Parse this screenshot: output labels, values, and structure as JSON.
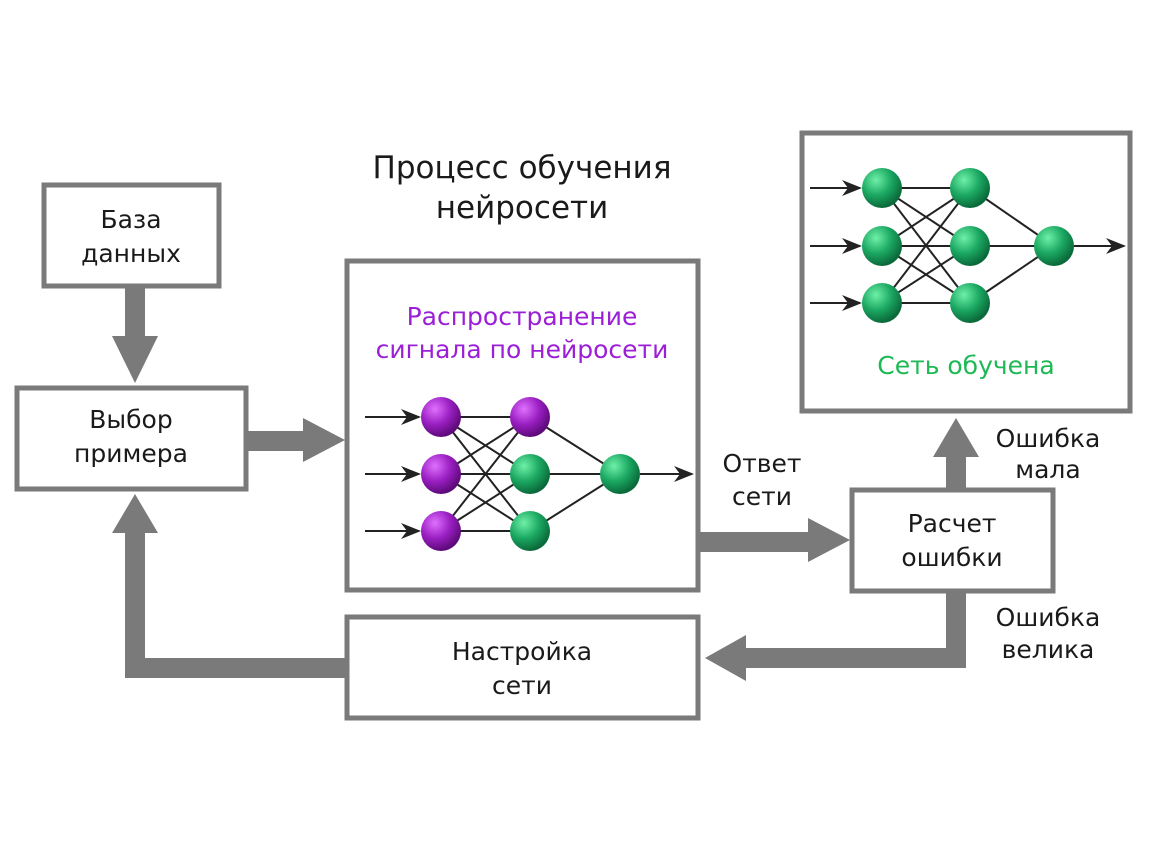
{
  "title": {
    "line1": "Процесс обучения",
    "line2": "нейросети"
  },
  "boxes": {
    "database": {
      "line1": "База",
      "line2": "данных"
    },
    "select_example": {
      "line1": "Выбор",
      "line2": "примера"
    },
    "propagation": {
      "line1": "Распространение",
      "line2": "сигнала по нейросети"
    },
    "error_calc": {
      "line1": "Расчет",
      "line2": "ошибки"
    },
    "tune_network": {
      "line1": "Настройка",
      "line2": "сети"
    },
    "trained": {
      "label": "Сеть обучена"
    }
  },
  "edge_labels": {
    "network_response": {
      "line1": "Ответ",
      "line2": "сети"
    },
    "error_small": {
      "line1": "Ошибка",
      "line2": "мала"
    },
    "error_large": {
      "line1": "Ошибка",
      "line2": "велика"
    }
  },
  "colors": {
    "purple": "#9b1fd6",
    "green": "#1db954",
    "purple_node": "#8a1aa8",
    "green_node": "#1a9e5c",
    "border": "#7a7a7a"
  },
  "networks": {
    "propagation": {
      "layer1": [
        "purple",
        "purple",
        "purple"
      ],
      "layer2": [
        "purple",
        "green",
        "green"
      ],
      "output": [
        "green"
      ]
    },
    "trained": {
      "layer1": [
        "green",
        "green",
        "green"
      ],
      "layer2": [
        "green",
        "green",
        "green"
      ],
      "output": [
        "green"
      ]
    }
  }
}
